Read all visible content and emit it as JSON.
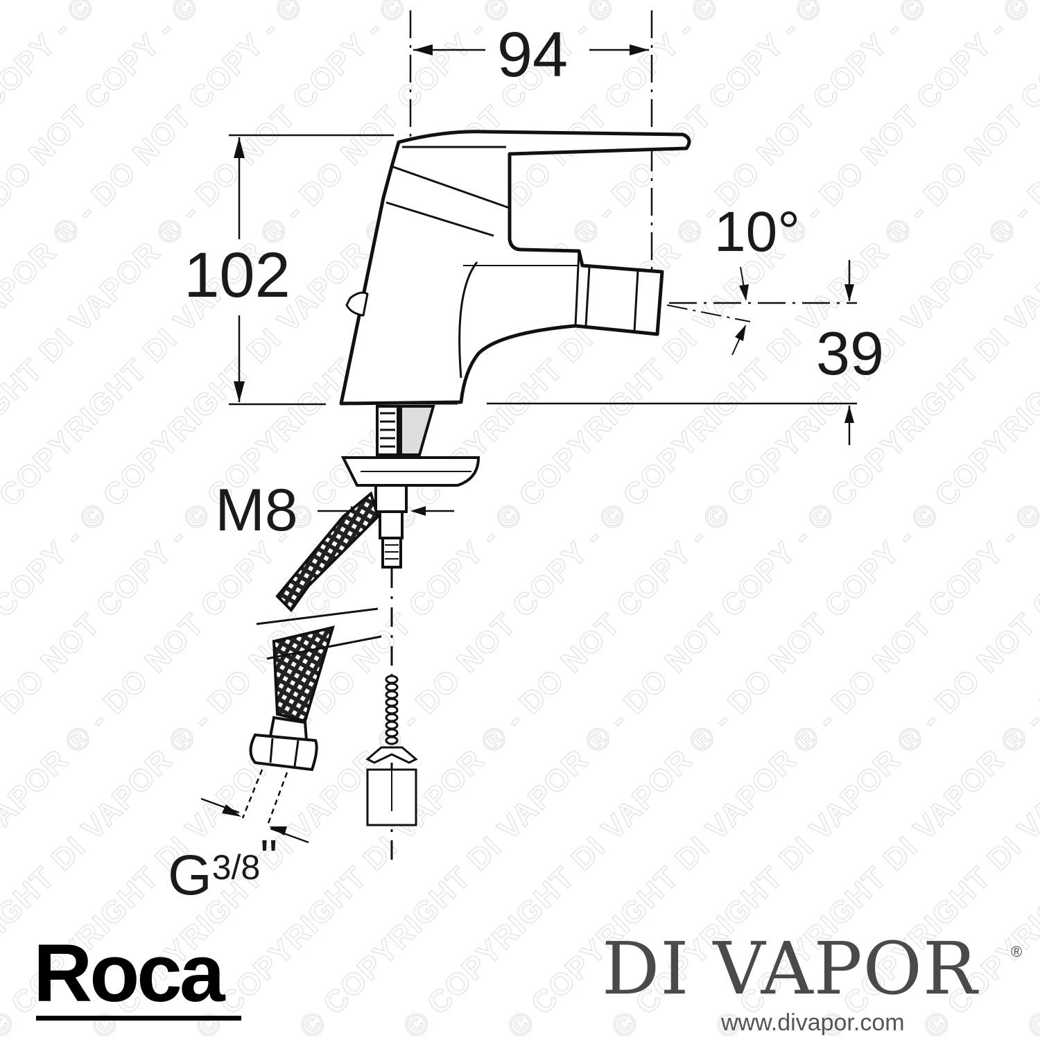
{
  "watermark": "© COPYRIGHT DI VAPOR ® - DO NOT COPY -",
  "dimensions": {
    "width": "94",
    "height": "102",
    "angle": "10°",
    "spout_height": "39",
    "thread": "M8",
    "hose_thread_prefix": "G",
    "hose_thread_fraction": "3/8",
    "hose_thread_suffix": "\""
  },
  "branding": {
    "manufacturer_logo": "Roca",
    "retailer_logo": "DI VAPOR",
    "registered_mark": "®",
    "website": "www.divapor.com"
  }
}
